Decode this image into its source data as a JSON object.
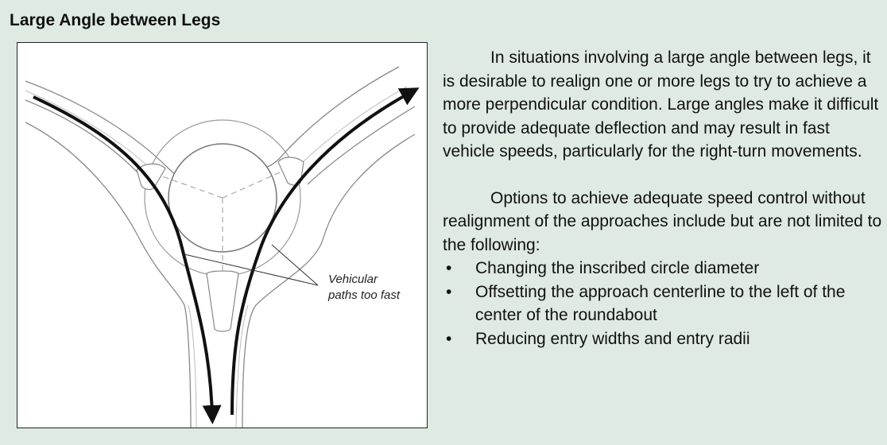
{
  "heading": "Large Angle between Legs",
  "figure": {
    "annotation_line1": "Vehicular",
    "annotation_line2": "paths too fast"
  },
  "paragraphs": [
    "In situations involving a large angle between legs, it is desirable to realign one or more legs to try to achieve a more perpendicular condition. Large angles make it difficult to provide adequate deflection and may result in fast vehicle speeds, particularly for the right-turn movements.",
    "Options to achieve adequate speed control without realignment of the approaches include but are not limited to the following:"
  ],
  "bullet_glyph": "•",
  "bullets": [
    "Changing the inscribed circle diameter",
    "Offsetting the approach centerline to the left of the center of the roundabout",
    "Reducing entry widths and entry radii"
  ]
}
